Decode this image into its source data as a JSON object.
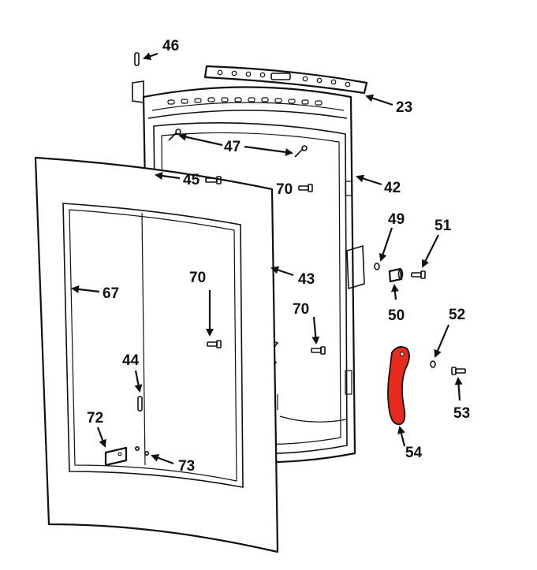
{
  "colors": {
    "line": "#111111",
    "highlight": "#e8291c",
    "background": "#ffffff"
  },
  "callouts": {
    "p23": "23",
    "p42": "42",
    "p43": "43",
    "p44": "44",
    "p45": "45",
    "p46": "46",
    "p47": "47",
    "p49": "49",
    "p50": "50",
    "p51": "51",
    "p52": "52",
    "p53": "53",
    "p54": "54",
    "p67": "67",
    "p70a": "70",
    "p70b": "70",
    "p70c": "70",
    "p72": "72",
    "p73": "73"
  }
}
